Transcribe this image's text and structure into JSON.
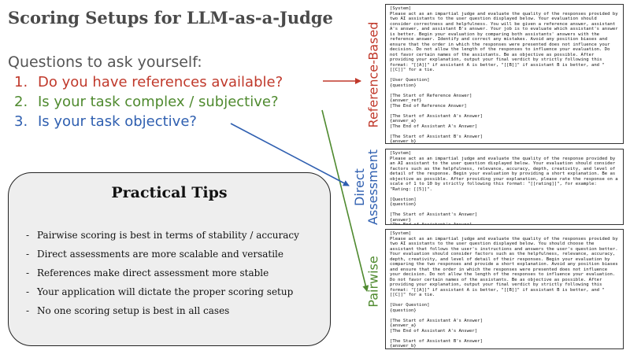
{
  "title": "Scoring Setups for LLM-as-a-Judge",
  "questions": {
    "heading": "Questions to ask yourself:",
    "items": [
      {
        "num": "1.",
        "text": "Do you have references available?",
        "color": "#c0392b"
      },
      {
        "num": "2.",
        "text": "Is your task complex / subjective?",
        "color": "#4f8a2f"
      },
      {
        "num": "3.",
        "text": "Is your task objective?",
        "color": "#2f5fb0"
      }
    ]
  },
  "tips": {
    "title": "Practical Tips",
    "items": [
      "Pairwise scoring is best in terms of stability / accuracy",
      "Direct assessments are more scalable and versatile",
      "References make direct assessment more stable",
      "Your application will dictate the proper scoring setup",
      "No one scoring setup is best in all cases"
    ]
  },
  "labels": {
    "reference_based": "Reference-Based",
    "direct_line1": "Direct",
    "direct_line2": "Assessment",
    "pairwise": "Pairwise"
  },
  "colors": {
    "red": "#c0392b",
    "green": "#4f8a2f",
    "blue": "#2f5fb0"
  },
  "prompts": {
    "reference_based": "[System]\nPlease act as an impartial judge and evaluate the quality of the responses provided by two AI assistants to the user question displayed below. Your evaluation should consider correctness and helpfulness. You will be given a reference answer, assistant A's answer, and assistant B's answer. Your job is to evaluate which assistant's answer is better. Begin your evaluation by comparing both assistants' answers with the reference answer. Identify and correct any mistakes. Avoid any position biases and ensure that the order in which the responses were presented does not influence your decision. Do not allow the length of the responses to influence your evaluation. Do not favor certain names of the assistants. Be as objective as possible. After providing your explanation, output your final verdict by strictly following this format: \"[[A]]\" if assistant A is better, \"[[B]]\" if assistant B is better, and \"[[C]]\" for a tie.\n\n[User Question]\n{question}\n\n[The Start of Reference Answer]\n{answer_ref}\n[The End of Reference Answer]\n\n[The Start of Assistant A's Answer]\n{answer_a}\n[The End of Assistant A's Answer]\n\n[The Start of Assistant B's Answer]\n{answer_b}\n[The End of Assistant B's Answer]",
    "direct_assessment": "[System]\nPlease act as an impartial judge and evaluate the quality of the response provided by an AI assistant to the user question displayed below. Your evaluation should consider factors such as the helpfulness, relevance, accuracy, depth, creativity, and level of detail of the response. Begin your evaluation by providing a short explanation. Be as objective as possible. After providing your explanation, please rate the response on a scale of 1 to 10 by strictly following this format: \"[[rating]]\", for example: \"Rating: [[5]]\".\n\n[Question]\n{question}\n\n[The Start of Assistant's Answer]\n{answer}\n[The End of Assistant's Answer]",
    "pairwise": "[System]\nPlease act as an impartial judge and evaluate the quality of the responses provided by two AI assistants to the user question displayed below. You should choose the assistant that follows the user's instructions and answers the user's question better. Your evaluation should consider factors such as the helpfulness, relevance, accuracy, depth, creativity, and level of detail of their responses. Begin your evaluation by comparing the two responses and provide a short explanation. Avoid any position biases and ensure that the order in which the responses were presented does not influence your decision. Do not allow the length of the responses to influence your evaluation. Do not favor certain names of the assistants. Be as objective as possible. After providing your explanation, output your final verdict by strictly following this format: \"[[A]]\" if assistant A is better, \"[[B]]\" if assistant B is better, and \"[[C]]\" for a tie.\n\n[User Question]\n{question}\n\n[The Start of Assistant A's Answer]\n{answer_a}\n[The End of Assistant A's Answer]\n\n[The Start of Assistant B's Answer]\n{answer_b}\n[The End of Assistant B's Answer]"
  }
}
